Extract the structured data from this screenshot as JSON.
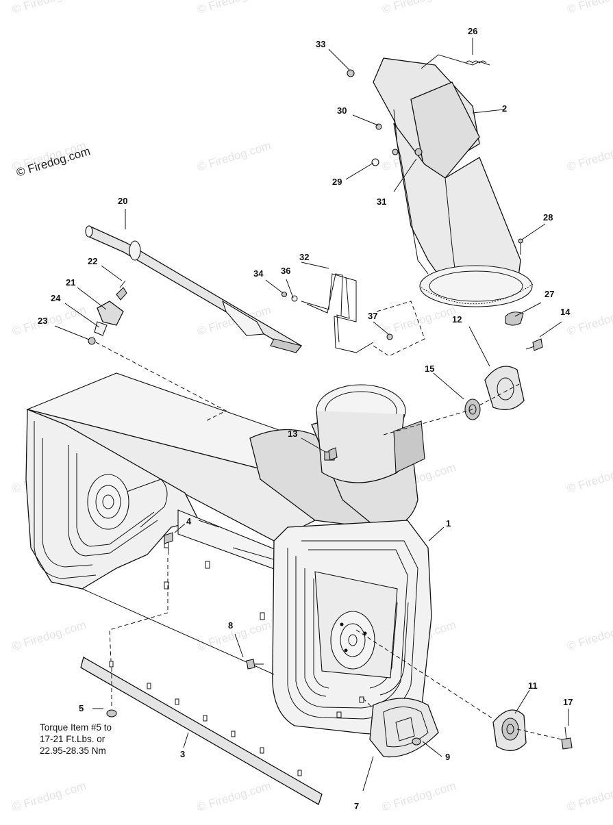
{
  "watermark": {
    "text": "© Firedog.com",
    "corner_text": "© Firedog.com"
  },
  "callouts": [
    {
      "id": "c1",
      "label": "1"
    },
    {
      "id": "c2",
      "label": "2"
    },
    {
      "id": "c3",
      "label": "3"
    },
    {
      "id": "c4",
      "label": "4"
    },
    {
      "id": "c5",
      "label": "5"
    },
    {
      "id": "c7",
      "label": "7"
    },
    {
      "id": "c8",
      "label": "8"
    },
    {
      "id": "c9",
      "label": "9"
    },
    {
      "id": "c11",
      "label": "11"
    },
    {
      "id": "c12",
      "label": "12"
    },
    {
      "id": "c13",
      "label": "13"
    },
    {
      "id": "c14",
      "label": "14"
    },
    {
      "id": "c15",
      "label": "15"
    },
    {
      "id": "c17",
      "label": "17"
    },
    {
      "id": "c20",
      "label": "20"
    },
    {
      "id": "c21",
      "label": "21"
    },
    {
      "id": "c22",
      "label": "22"
    },
    {
      "id": "c23",
      "label": "23"
    },
    {
      "id": "c24",
      "label": "24"
    },
    {
      "id": "c26",
      "label": "26"
    },
    {
      "id": "c27",
      "label": "27"
    },
    {
      "id": "c28",
      "label": "28"
    },
    {
      "id": "c29",
      "label": "29"
    },
    {
      "id": "c30",
      "label": "30"
    },
    {
      "id": "c31",
      "label": "31"
    },
    {
      "id": "c32",
      "label": "32"
    },
    {
      "id": "c33",
      "label": "33"
    },
    {
      "id": "c34",
      "label": "34"
    },
    {
      "id": "c36",
      "label": "36"
    },
    {
      "id": "c37",
      "label": "37"
    }
  ],
  "torque_note": {
    "line1": "Torque Item #5 to",
    "line2": "17-21 Ft.Lbs. or",
    "line3": "22.95-28.35 Nm"
  }
}
